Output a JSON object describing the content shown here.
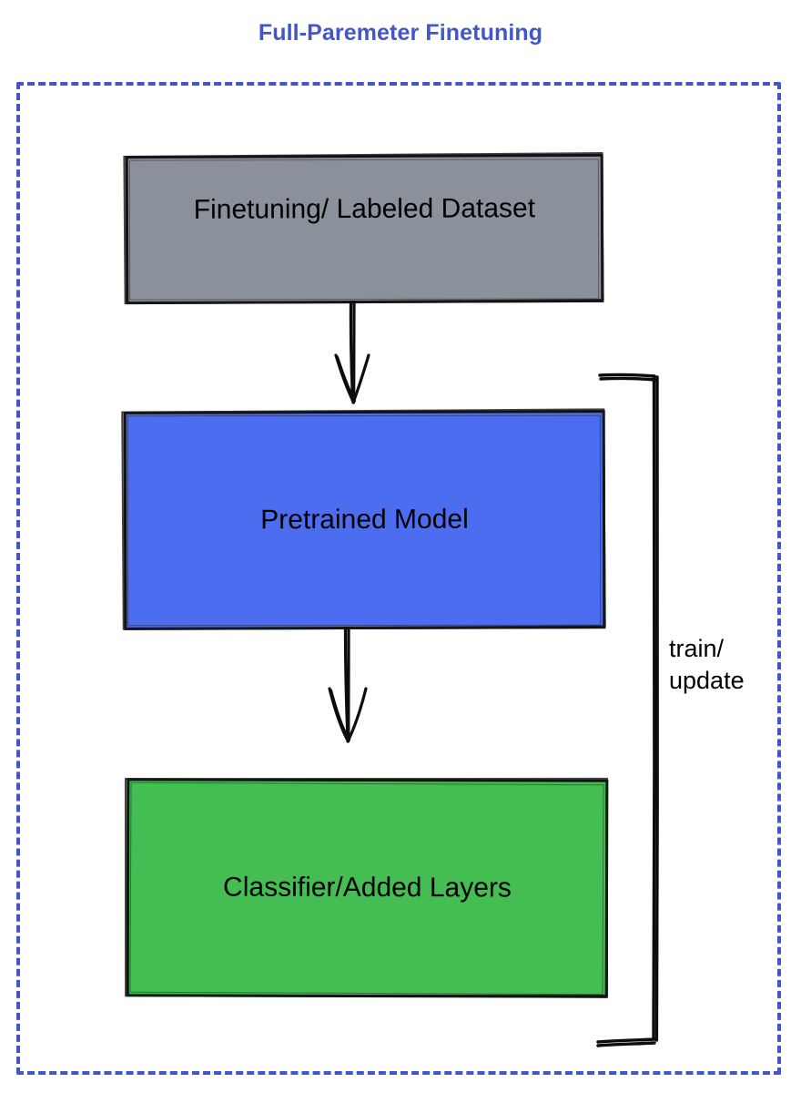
{
  "title": "Full-Paremeter Finetuning",
  "colors": {
    "title_color": "#4156c8",
    "container_border": "#4156c8",
    "dataset_fill": "#8b919b",
    "pretrained_fill": "#4d6df0",
    "classifier_fill": "#44bd53",
    "stroke": "#111111",
    "background": "#ffffff"
  },
  "container": {
    "border_style": "dashed"
  },
  "nodes": [
    {
      "id": "dataset",
      "label": "Finetuning/ Labeled Dataset",
      "fill": "#8b919b"
    },
    {
      "id": "pretrained",
      "label": "Pretrained Model",
      "fill": "#4d6df0"
    },
    {
      "id": "classifier",
      "label": "Classifier/Added Layers",
      "fill": "#44bd53"
    }
  ],
  "edges": [
    {
      "id": "dataset-to-model",
      "from": "dataset",
      "to": "pretrained",
      "label": "",
      "style": "arrow-down"
    },
    {
      "id": "model-to-classifier",
      "from": "pretrained",
      "to": "classifier",
      "label": "",
      "style": "arrow-down"
    },
    {
      "id": "feedback-loop",
      "from": "classifier",
      "to": "pretrained",
      "label": "train/\nupdate",
      "style": "bracket-right"
    }
  ]
}
